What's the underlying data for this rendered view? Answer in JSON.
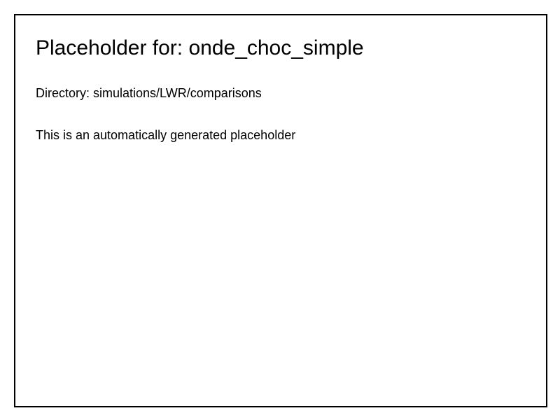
{
  "placeholder": {
    "title": "Placeholder for: onde_choc_simple",
    "directory": "Directory: simulations/LWR/comparisons",
    "note": "This is an automatically generated placeholder"
  }
}
